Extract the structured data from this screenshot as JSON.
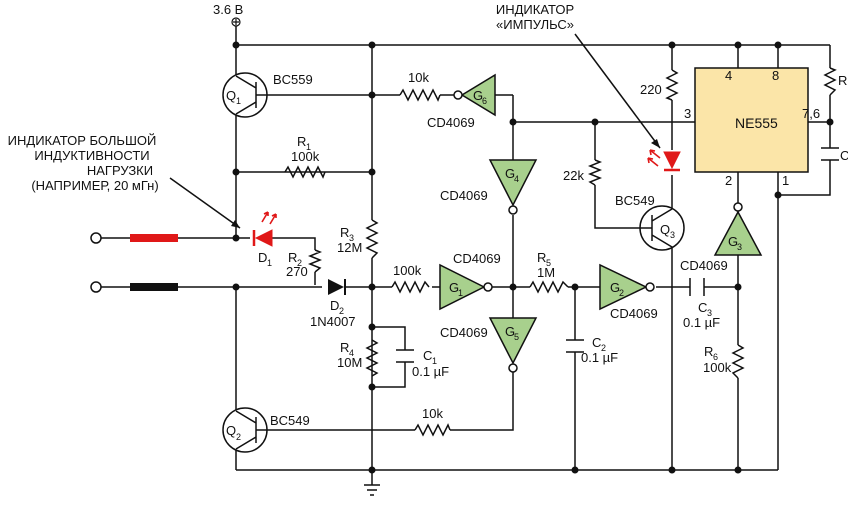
{
  "supply": {
    "voltage": "3.6 В",
    "plus": "⊕"
  },
  "annotations": {
    "high_inductance": [
      "ИНДИКАТОР БОЛЬШОЙ",
      "ИНДУКТИВНОСТИ",
      "НАГРУЗКИ",
      "(НАПРИМЕР, 20 мГн)"
    ],
    "pulse_indicator": [
      "ИНДИКАТОР",
      "«ИМПУЛЬС»"
    ]
  },
  "transistors": {
    "q1": {
      "name": "Q",
      "sub": "1",
      "type": "BC559"
    },
    "q2": {
      "name": "Q",
      "sub": "2",
      "type": "BC549"
    },
    "q3": {
      "name": "Q",
      "sub": "3",
      "type": "BC549"
    }
  },
  "gates": {
    "g1": {
      "name": "G",
      "sub": "1",
      "type": "CD4069"
    },
    "g2": {
      "name": "G",
      "sub": "2",
      "type": "CD4069"
    },
    "g3": {
      "name": "G",
      "sub": "3",
      "type": "CD4069"
    },
    "g4": {
      "name": "G",
      "sub": "4",
      "type": "CD4069"
    },
    "g5": {
      "name": "G",
      "sub": "5",
      "type": "CD4069"
    },
    "g6": {
      "name": "G",
      "sub": "6",
      "type": "CD4069"
    }
  },
  "resistors": {
    "r1": {
      "name": "R",
      "sub": "1",
      "value": "100k"
    },
    "r2": {
      "name": "R",
      "sub": "2",
      "value": "270"
    },
    "r3": {
      "name": "R",
      "sub": "3",
      "value": "12M"
    },
    "r4": {
      "name": "R",
      "sub": "4",
      "value": "10M"
    },
    "r5": {
      "name": "R",
      "sub": "5",
      "value": "1M"
    },
    "r6": {
      "name": "R",
      "sub": "6",
      "value": "100k"
    },
    "r_top": {
      "value": "10k"
    },
    "r_g1": {
      "value": "100k"
    },
    "r_q2": {
      "value": "10k"
    },
    "r_led": {
      "value": "220"
    },
    "r_q3": {
      "value": "22k"
    },
    "r_timer": {
      "name": "R"
    }
  },
  "capacitors": {
    "c1": {
      "name": "C",
      "sub": "1",
      "value": "0.1 µF"
    },
    "c2": {
      "name": "C",
      "sub": "2",
      "value": "0.1 µF"
    },
    "c3": {
      "name": "C",
      "sub": "3",
      "value": "0.1 µF"
    },
    "c_timer": {
      "name": "C"
    }
  },
  "diodes": {
    "d1": {
      "name": "D",
      "sub": "1"
    },
    "d2": {
      "name": "D",
      "sub": "2",
      "type": "1N4007"
    }
  },
  "ic": {
    "name": "NE555",
    "pin_4": "4",
    "pin_8": "8",
    "pin_3": "3",
    "pin_76": "7,6",
    "pin_2": "2",
    "pin_1": "1"
  }
}
